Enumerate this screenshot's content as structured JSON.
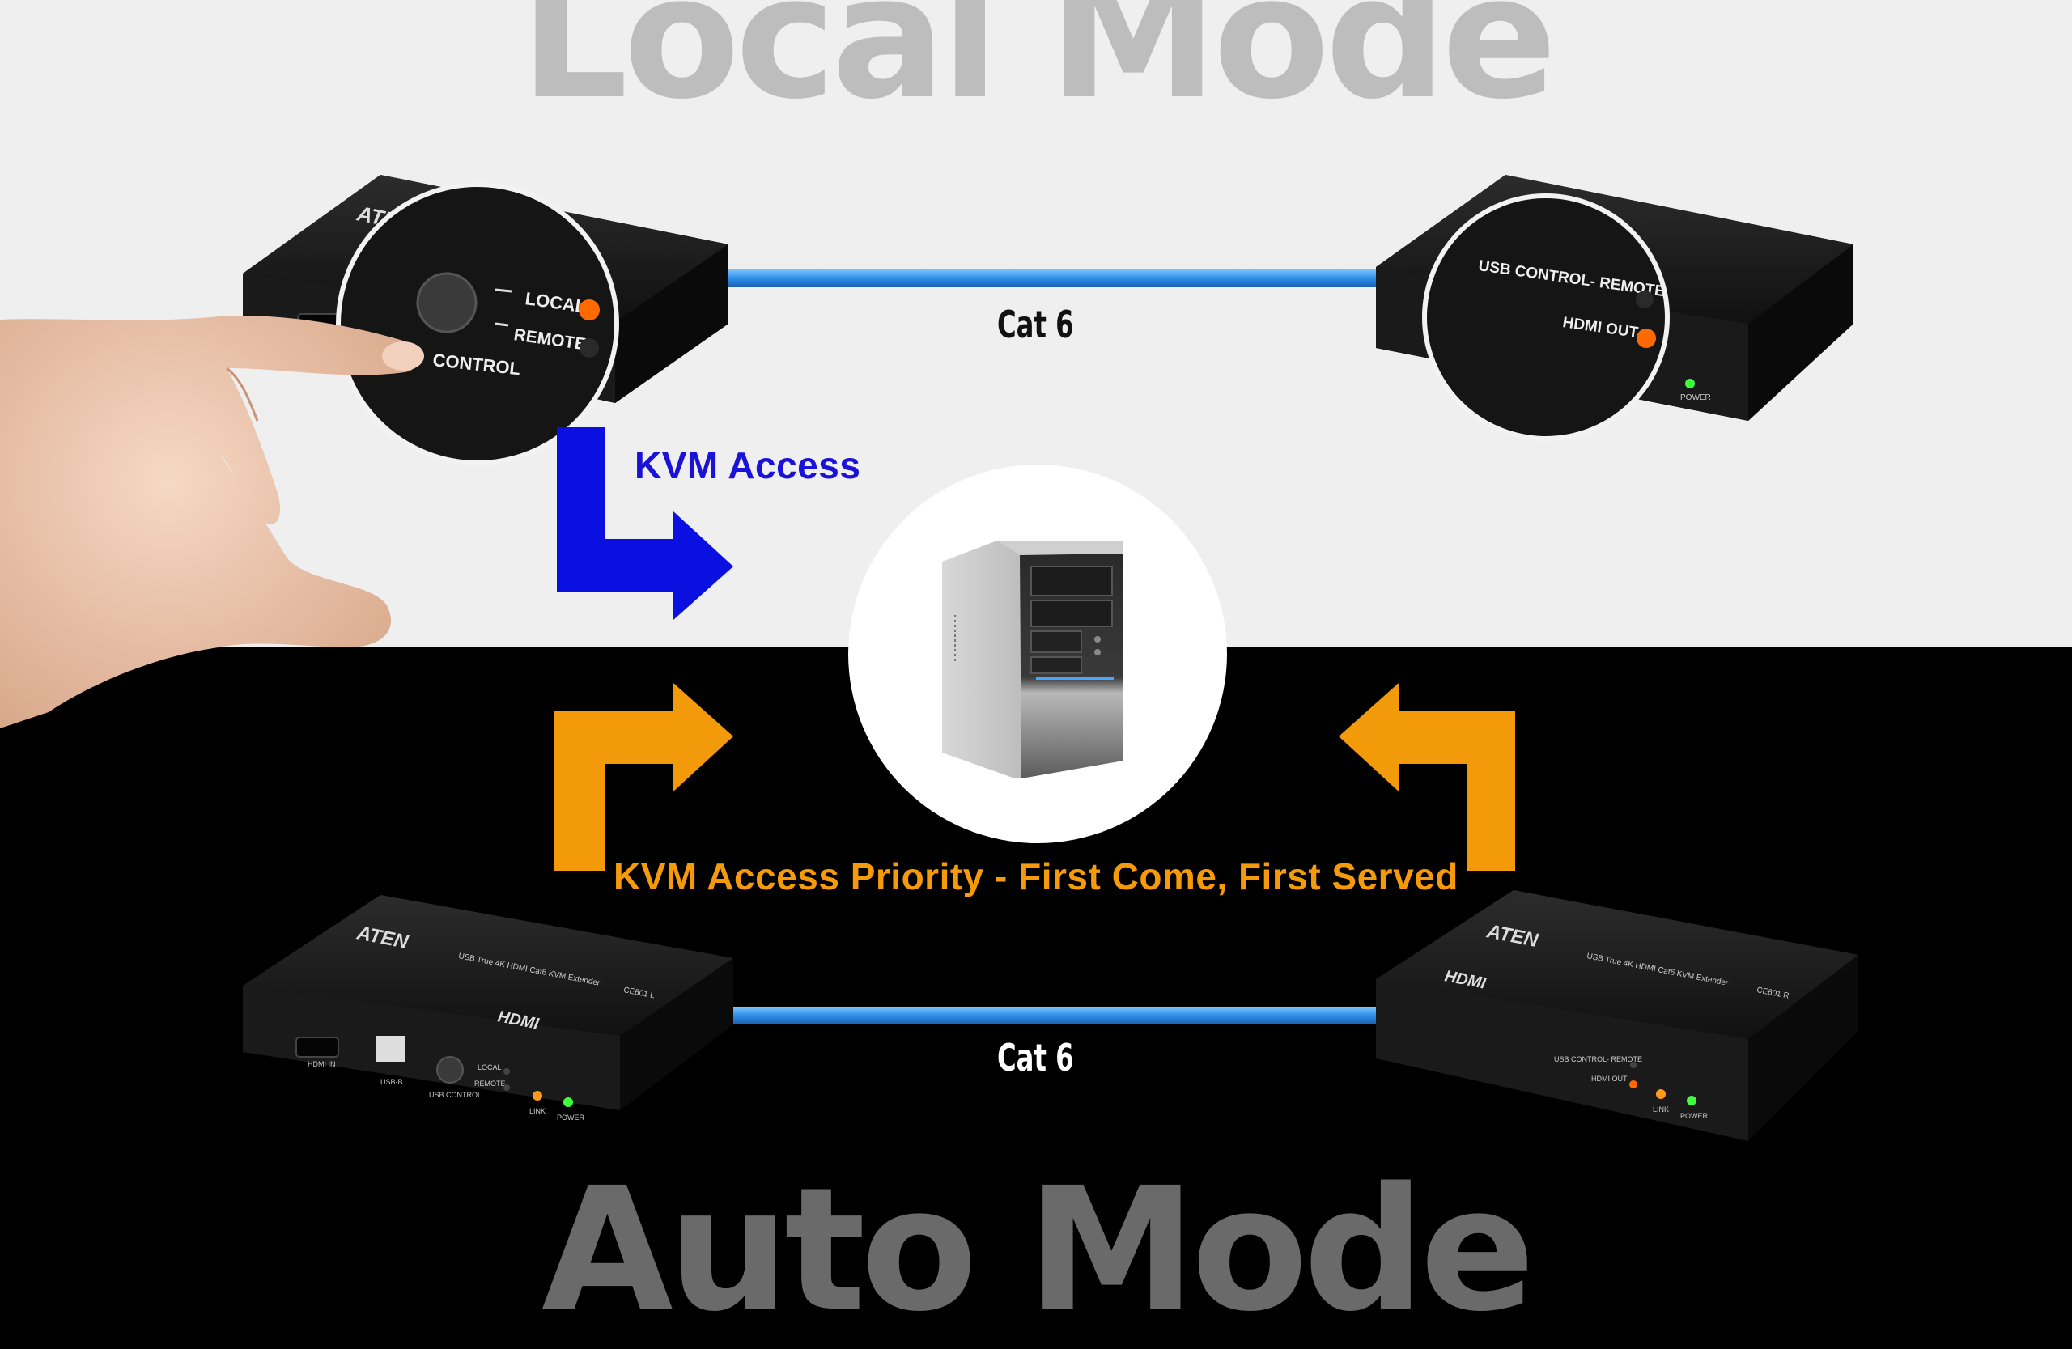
{
  "titles": {
    "local_mode": "Local Mode",
    "auto_mode": "Auto Mode"
  },
  "cable": {
    "top_label": "Cat 6",
    "bottom_label": "Cat 6"
  },
  "flows": {
    "kvm_access": "KVM Access",
    "priority": "KVM Access Priority - First Come, First Served"
  },
  "local_unit": {
    "brand": "ATEN",
    "model": "CE601 L",
    "product": "USB True 4K HDMI Cat6 KVM Extender",
    "local_led": "LOCAL",
    "remote_led": "REMOTE",
    "control_button": "CONTROL",
    "usb_control": "USB CONTROL",
    "hdmi_in": "HDMI IN",
    "usb_b": "USB-B",
    "link": "LINK",
    "power": "POWER",
    "hdmi_logo": "HDMI"
  },
  "remote_unit": {
    "brand": "ATEN",
    "model": "CE601 R",
    "product": "USB True 4K HDMI Cat6 KVM Extender",
    "usb_control_remote": "USB CONTROL- REMOTE",
    "hdmi_out": "HDMI OUT",
    "link": "LINK",
    "power": "POWER",
    "hdmi_logo": "HDMI"
  },
  "colors": {
    "kvm_arrow": "#0a10e0",
    "priority_arrow": "#f39a0b",
    "cable": "#2f8fe8",
    "led_orange": "#ff6a00",
    "led_green": "#3cff3c"
  }
}
